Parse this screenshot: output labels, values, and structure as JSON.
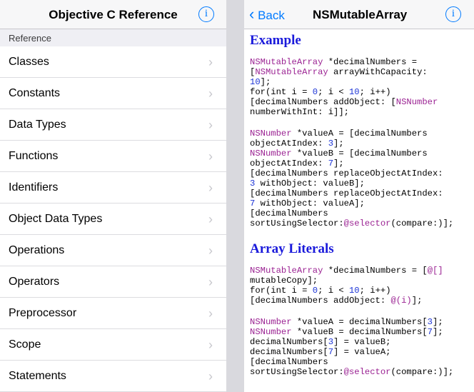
{
  "left": {
    "title": "Objective C Reference",
    "info": "i",
    "section": "Reference",
    "items": [
      "Classes",
      "Constants",
      "Data Types",
      "Functions",
      "Identifiers",
      "Object Data Types",
      "Operations",
      "Operators",
      "Preprocessor",
      "Scope",
      "Statements"
    ],
    "chevron": "›"
  },
  "right": {
    "back_chevron": "‹",
    "back": "Back",
    "title": "NSMutableArray",
    "info": "i",
    "headings": [
      "Example",
      "Array Literals"
    ]
  },
  "colors": {
    "accent": "#007aff",
    "heading": "#1a1adb",
    "keyword": "#9b2393",
    "number": "#1c34d6"
  }
}
